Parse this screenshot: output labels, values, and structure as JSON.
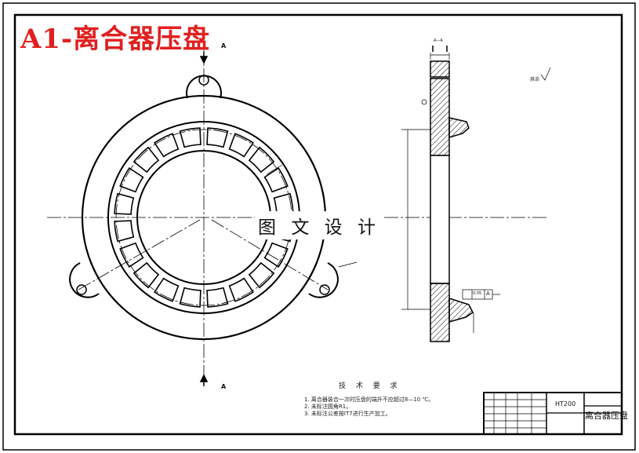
{
  "drawing": {
    "title": "A1-离合器压盘",
    "watermark": "图 文 设 计",
    "section_marks": {
      "top": "A",
      "bottom": "A",
      "section_title": "A—A"
    },
    "roughness_note": "其余",
    "notes": {
      "title": "技 术 要 求",
      "items": [
        "1. 离合器装合一次时压盘的端升不应超过8—10 ℃。",
        "2. 未标注圆角R1。",
        "3. 未标注公差按IT7进行生产加工。"
      ]
    },
    "title_block": {
      "material": "HT200",
      "part_name": "离合器压盘"
    },
    "tolerance_frame": {
      "value": "0.05",
      "datum": "A"
    }
  }
}
